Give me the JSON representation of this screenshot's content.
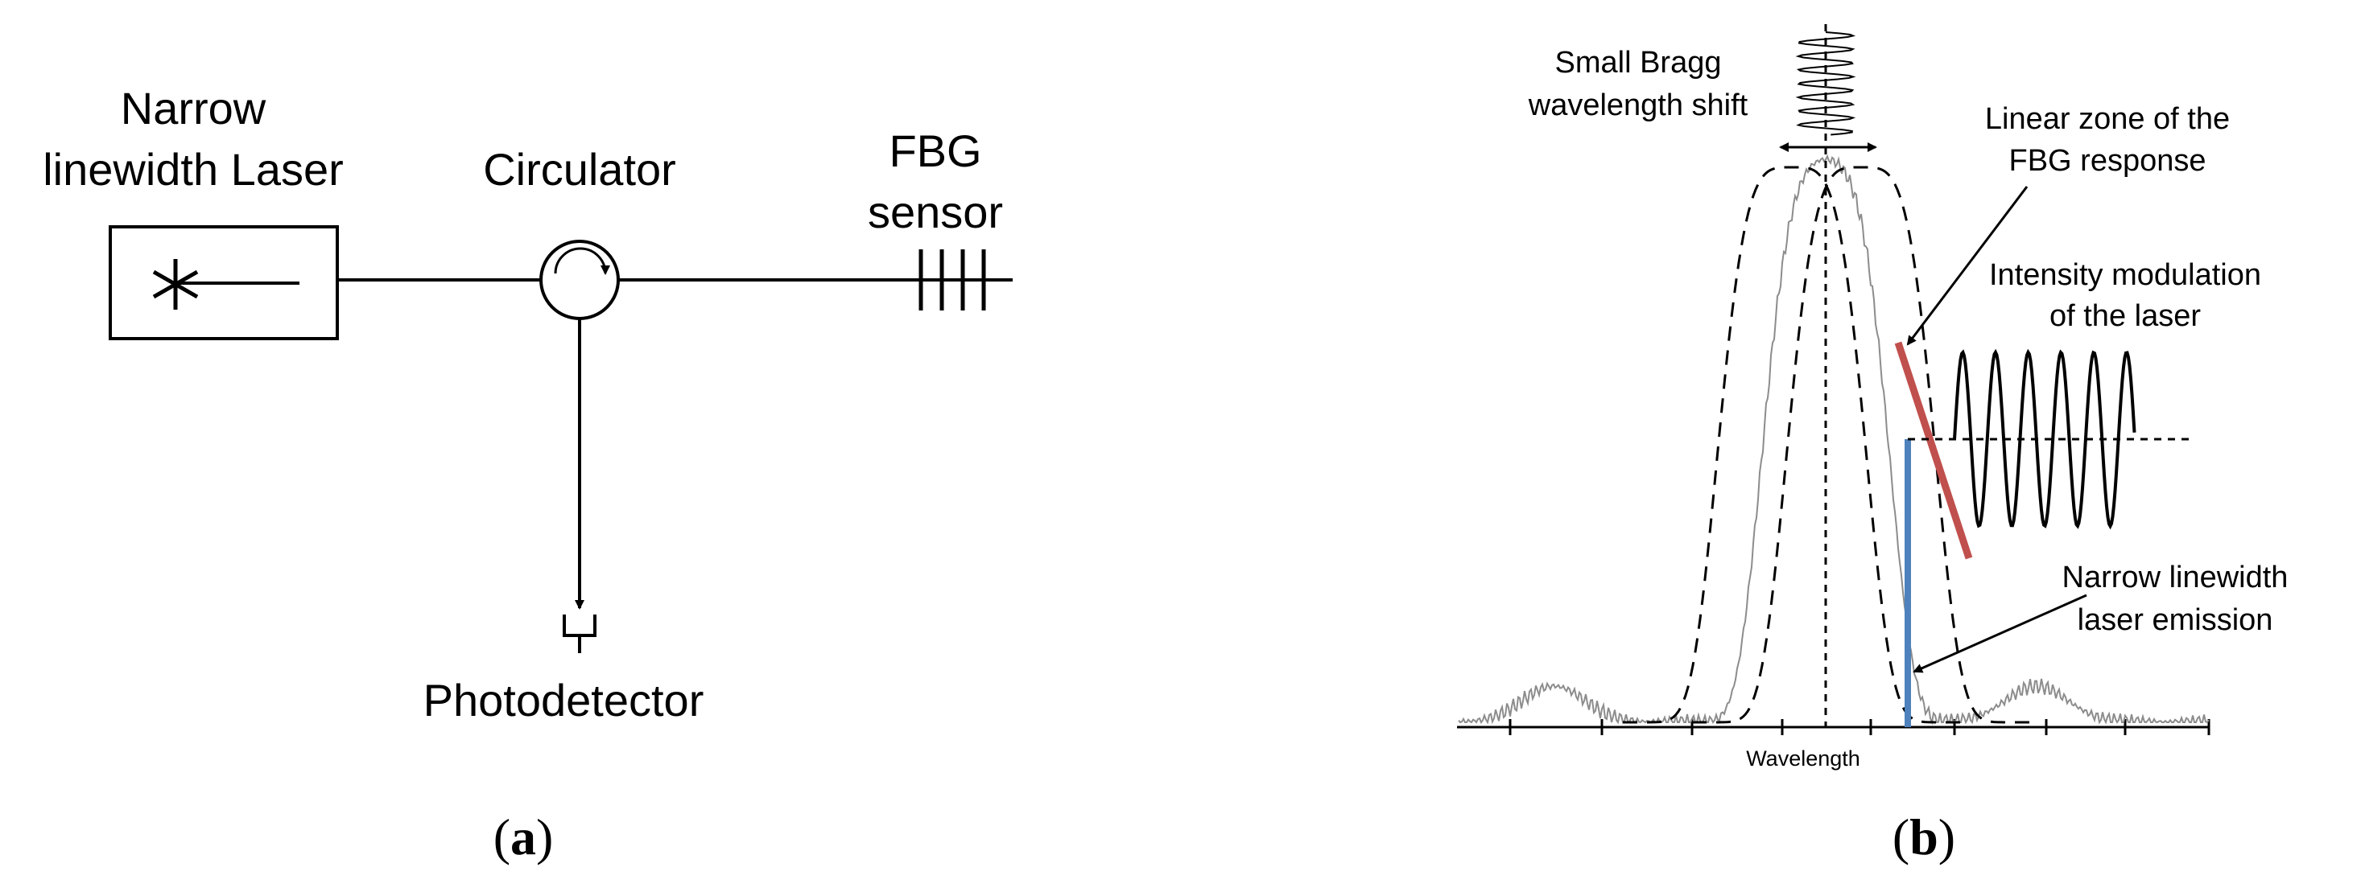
{
  "panel_a": {
    "laser_label_line1": "Narrow",
    "laser_label_line2": "linewidth Laser",
    "circulator_label": "Circulator",
    "fbg_label_line1": "FBG",
    "fbg_label_line2": "sensor",
    "photodetector_label": "Photodetector",
    "caption_open": "(",
    "caption_letter": "a",
    "caption_close": ")"
  },
  "panel_b": {
    "shift_label_line1": "Small Bragg",
    "shift_label_line2": "wavelength shift",
    "linear_zone_line1": "Linear zone of the",
    "linear_zone_line2": "FBG response",
    "intensity_line1": "Intensity modulation",
    "intensity_line2": "of the laser",
    "emission_line1": "Narrow linewidth",
    "emission_line2": "laser emission",
    "x_axis_label": "Wavelength",
    "caption_open": "(",
    "caption_letter": "b",
    "caption_close": ")",
    "colors": {
      "linear_zone": "#c0504d",
      "laser_emission": "#4f81bd",
      "measured_spectrum": "#8c8c8c"
    }
  }
}
